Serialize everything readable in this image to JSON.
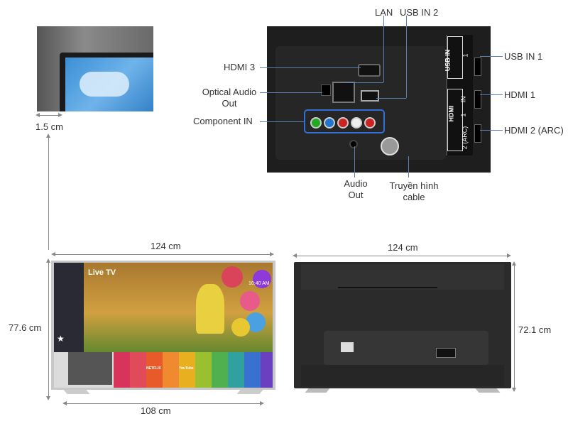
{
  "callouts": {
    "lan": "LAN",
    "usb_in_2": "USB IN 2",
    "usb_in_1": "USB IN 1",
    "hdmi_3": "HDMI 3",
    "optical_audio_out_line1": "Optical Audio",
    "optical_audio_out_line2": "Out",
    "component_in": "Component IN",
    "hdmi_1": "HDMI 1",
    "hdmi_2_arc": "HDMI 2 (ARC)",
    "audio_out_line1": "Audio",
    "audio_out_line2": "Out",
    "cable_tv_line1": "Truyền hình",
    "cable_tv_line2": "cable"
  },
  "panel_markings": {
    "usb_in": "USB IN",
    "usb_num": "1",
    "hdmi": "HDMI",
    "hdmi_in": "IN",
    "hdmi_1": "1",
    "hdmi_2arc": "2 (ARC)"
  },
  "dimensions": {
    "thickness": "1.5 cm",
    "front_width": "124 cm",
    "front_height": "77.6 cm",
    "stand_width": "108 cm",
    "back_width": "124 cm",
    "back_height": "72.1 cm"
  },
  "screen": {
    "title": "Live TV",
    "time": "10:40 AM",
    "tile_labels": [
      "NETFLIX",
      "YouTube"
    ]
  },
  "colors": {
    "callout_line": "#5a7fb0",
    "highlight_box": "#2f6fd6",
    "tv_frame": "#c8c8c8"
  }
}
